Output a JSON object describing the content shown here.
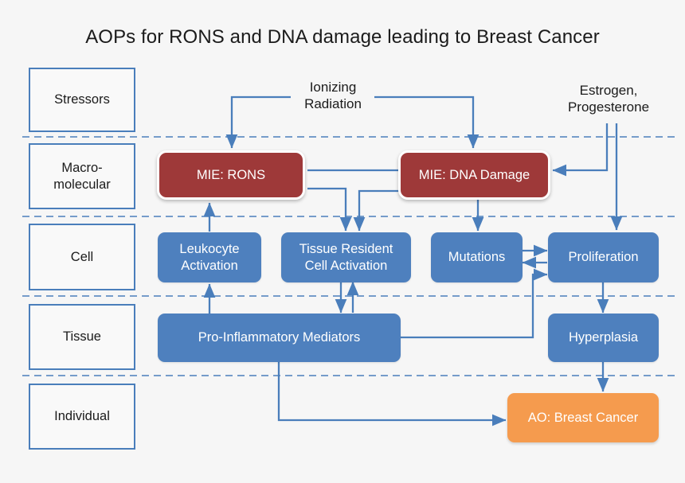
{
  "title": "AOPs for RONS and DNA damage leading to Breast Cancer",
  "colors": {
    "background": "#f6f6f6",
    "mie_red": "#9e3939",
    "node_blue": "#4e80be",
    "ao_orange": "#f59b4e",
    "connector_blue": "#4a7ebb",
    "label_border": "#4a7ebb"
  },
  "tiers": [
    {
      "label": "Stressors"
    },
    {
      "label": "Macro-\nmolecular"
    },
    {
      "label": "Cell"
    },
    {
      "label": "Tissue"
    },
    {
      "label": "Individual"
    }
  ],
  "tier_labels": {
    "stressors": "Stressors",
    "macromolecular_line1": "Macro-",
    "macromolecular_line2": "molecular",
    "cell": "Cell",
    "tissue": "Tissue",
    "individual": "Individual"
  },
  "stressors": {
    "ionizing_radiation_line1": "Ionizing",
    "ionizing_radiation_line2": "Radiation",
    "estrogen_line1": "Estrogen,",
    "estrogen_line2": "Progesterone"
  },
  "nodes": {
    "mie_rons": "MIE: RONS",
    "mie_dna_damage": "MIE: DNA Damage",
    "leukocyte_activation_line1": "Leukocyte",
    "leukocyte_activation_line2": "Activation",
    "tissue_resident_line1": "Tissue Resident",
    "tissue_resident_line2": "Cell Activation",
    "mutations": "Mutations",
    "proliferation": "Proliferation",
    "pro_inflammatory_mediators": "Pro-Inflammatory Mediators",
    "hyperplasia": "Hyperplasia",
    "ao_breast_cancer": "AO: Breast Cancer"
  },
  "edges": [
    {
      "from": "Ionizing Radiation",
      "to": "MIE: RONS",
      "type": "arrow"
    },
    {
      "from": "Ionizing Radiation",
      "to": "MIE: DNA Damage",
      "type": "arrow"
    },
    {
      "from": "Estrogen, Progesterone",
      "to": "MIE: DNA Damage",
      "type": "arrow"
    },
    {
      "from": "Estrogen, Progesterone",
      "to": "Proliferation",
      "type": "arrow"
    },
    {
      "from": "MIE: RONS",
      "to": "MIE: DNA Damage",
      "type": "arrow"
    },
    {
      "from": "MIE: RONS",
      "to": "Tissue Resident Cell Activation",
      "type": "arrow"
    },
    {
      "from": "MIE: DNA Damage",
      "to": "Tissue Resident Cell Activation",
      "type": "arrow"
    },
    {
      "from": "MIE: DNA Damage",
      "to": "Mutations",
      "type": "arrow"
    },
    {
      "from": "Leukocyte Activation",
      "to": "MIE: RONS",
      "type": "arrow"
    },
    {
      "from": "Pro-Inflammatory Mediators",
      "to": "Leukocyte Activation",
      "type": "arrow"
    },
    {
      "from": "Tissue Resident Cell Activation",
      "to": "Pro-Inflammatory Mediators",
      "type": "bidirectional"
    },
    {
      "from": "Mutations",
      "to": "Proliferation",
      "type": "bidirectional"
    },
    {
      "from": "Pro-Inflammatory Mediators",
      "to": "Proliferation",
      "type": "arrow"
    },
    {
      "from": "Proliferation",
      "to": "Hyperplasia",
      "type": "arrow"
    },
    {
      "from": "Hyperplasia",
      "to": "AO: Breast Cancer",
      "type": "arrow"
    },
    {
      "from": "Pro-Inflammatory Mediators",
      "to": "AO: Breast Cancer",
      "type": "arrow"
    }
  ]
}
